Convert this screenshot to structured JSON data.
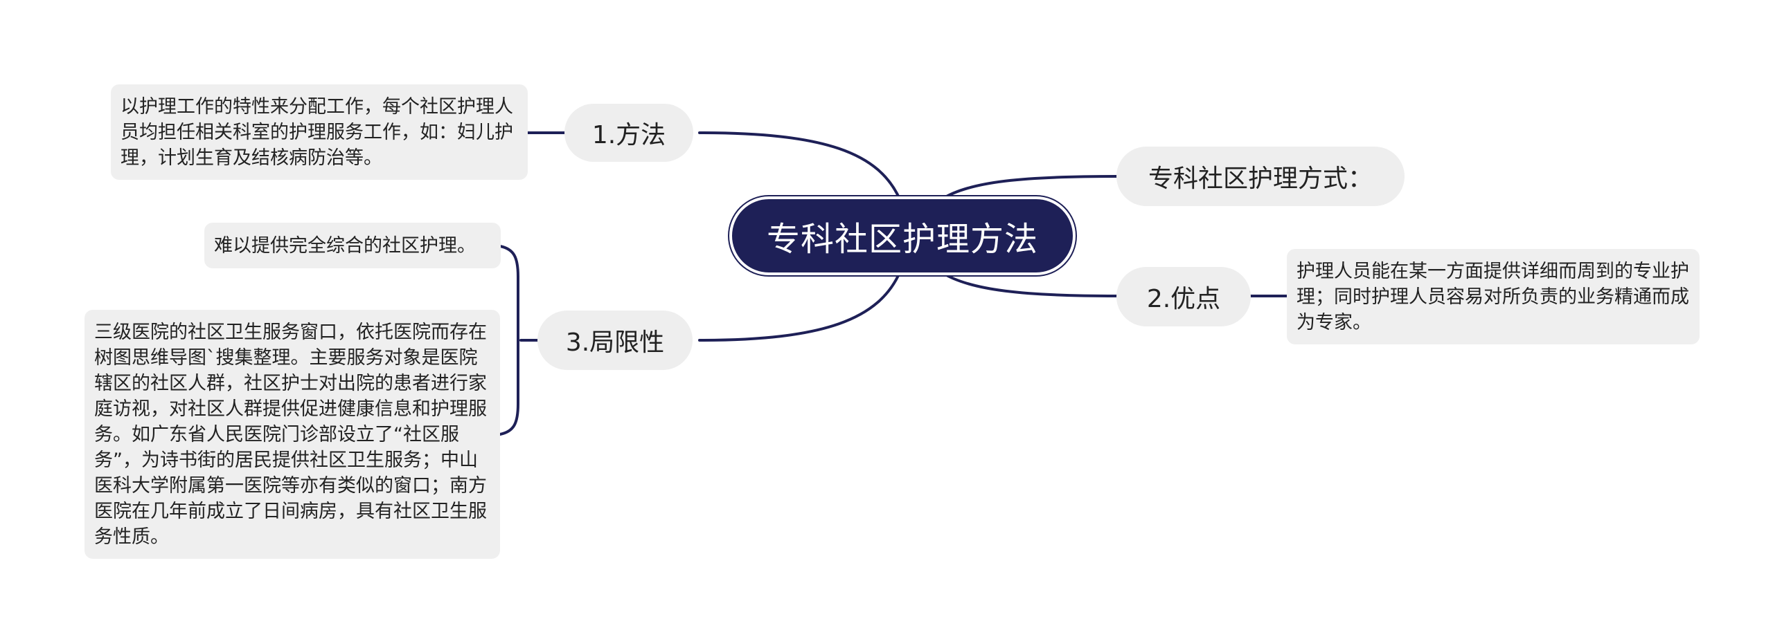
{
  "mindmap": {
    "root": "专科社区护理方法",
    "branches": {
      "method": {
        "label": "1.方法",
        "detail": "以护理工作的特性来分配工作，每个社区护理人员均担任相关科室的护理服务工作，如：妇儿护理，计划生育及结核病防治等。"
      },
      "limitation": {
        "label": "3.局限性",
        "detail_short": "难以提供完全综合的社区护理。",
        "detail_long": "三级医院的社区卫生服务窗口，依托医院而存在树图思维导图`搜集整理。主要服务对象是医院辖区的社区人群，社区护士对出院的患者进行家庭访视，对社区人群提供促进健康信息和护理服务。如广东省人民医院门诊部设立了“社区服务”，为诗书街的居民提供社区卫生服务；中山医科大学附属第一医院等亦有类似的窗口；南方医院在几年前成立了日间病房，具有社区卫生服务性质。"
      },
      "mode": {
        "label": "专科社区护理方式："
      },
      "advantage": {
        "label": "2.优点",
        "detail": "护理人员能在某一方面提供详细而周到的专业护理；同时护理人员容易对所负责的业务精通而成为专家。"
      }
    },
    "colors": {
      "root_fill": "#1e2057",
      "connector": "#1e2057",
      "node_fill": "#eeeeee",
      "text": "#222222"
    }
  }
}
